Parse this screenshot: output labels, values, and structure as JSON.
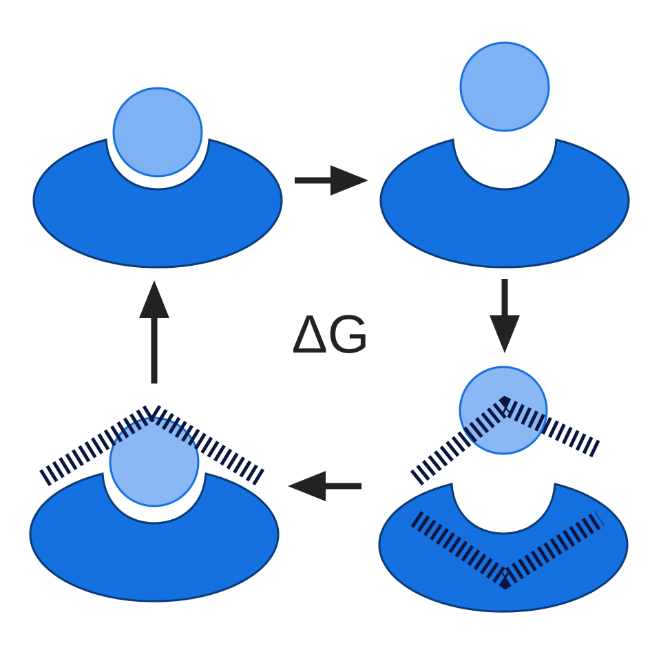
{
  "diagram": {
    "center_label": "ΔG",
    "colors": {
      "receptor_fill": "#1570E0",
      "receptor_stroke": "#0A3A78",
      "ligand_fill": "#7FB2F4",
      "ligand_stroke": "#1570E0",
      "arrow": "#222222",
      "solvent_marks": "#0B1640",
      "background": "#FFFFFF"
    },
    "panels": [
      {
        "id": "bound-complex",
        "ligand_state": "bound",
        "water_state": "none"
      },
      {
        "id": "separated",
        "ligand_state": "separated",
        "water_state": "none"
      },
      {
        "id": "solvated",
        "ligand_state": "separated",
        "water_state": "solvating"
      },
      {
        "id": "rebound-desolvated",
        "ligand_state": "bound",
        "water_state": "displaced"
      }
    ],
    "arrows": [
      {
        "from": "bound-complex",
        "to": "separated",
        "direction": "right"
      },
      {
        "from": "separated",
        "to": "solvated",
        "direction": "down"
      },
      {
        "from": "solvated",
        "to": "rebound-desolvated",
        "direction": "left"
      },
      {
        "from": "rebound-desolvated",
        "to": "bound-complex",
        "direction": "up"
      }
    ]
  }
}
